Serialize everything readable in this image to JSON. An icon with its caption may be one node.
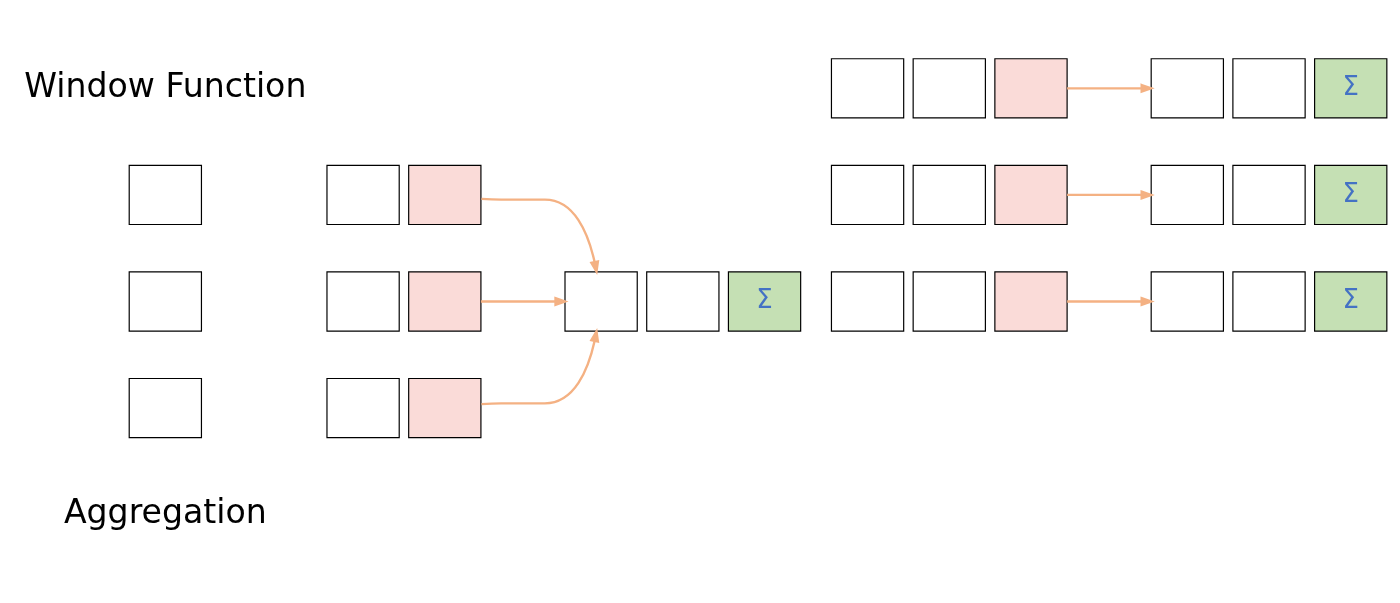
{
  "diagram": {
    "nodes": [
      {
        "text": [],
        "shape": "box"
      },
      {
        "text": [],
        "shape": "box"
      },
      {
        "text": [],
        "shape": "box"
      },
      {
        "text": [],
        "shape": "box"
      },
      {
        "text": [],
        "shape": "box"
      },
      {
        "text": [],
        "shape": "box"
      },
      {
        "text": [],
        "shape": "box"
      },
      {
        "text": [],
        "shape": "box"
      },
      {
        "text": [],
        "shape": "box"
      },
      {
        "text": [],
        "shape": "box"
      },
      {
        "text": [],
        "shape": "box"
      },
      {
        "text": [
          "Σ"
        ]
      },
      {
        "text": [],
        "shape": "box"
      },
      {
        "text": [],
        "shape": "box"
      },
      {
        "text": [],
        "shape": "box"
      },
      {
        "text": [],
        "shape": "box"
      },
      {
        "text": [],
        "shape": "box"
      },
      {
        "text": [
          "Σ"
        ]
      },
      {
        "text": [],
        "shape": "box"
      },
      {
        "text": [],
        "shape": "box"
      },
      {
        "text": [],
        "shape": "box"
      },
      {
        "text": [],
        "shape": "box"
      },
      {
        "text": [],
        "shape": "box"
      },
      {
        "text": [
          "Σ"
        ]
      },
      {
        "text": [],
        "shape": "box"
      },
      {
        "text": [],
        "shape": "box"
      },
      {
        "text": [],
        "shape": "box"
      },
      {
        "text": [],
        "shape": "box"
      },
      {
        "text": [],
        "shape": "box"
      },
      {
        "text": [
          "Σ"
        ]
      }
    ],
    "edges": [
      {
        "from": 2,
        "to": 9,
        "arrow": "to"
      },
      {
        "from": 5,
        "to": 9,
        "arrow": "to"
      },
      {
        "from": 8,
        "to": 9,
        "arrow": "to"
      },
      {
        "from": 14,
        "to": 15,
        "arrow": "to"
      },
      {
        "from": 20,
        "to": 21,
        "arrow": "to"
      },
      {
        "from": 26,
        "to": 27,
        "arrow": "to"
      }
    ],
    "labels": [
      "Aggregation",
      "Window Function"
    ]
  }
}
